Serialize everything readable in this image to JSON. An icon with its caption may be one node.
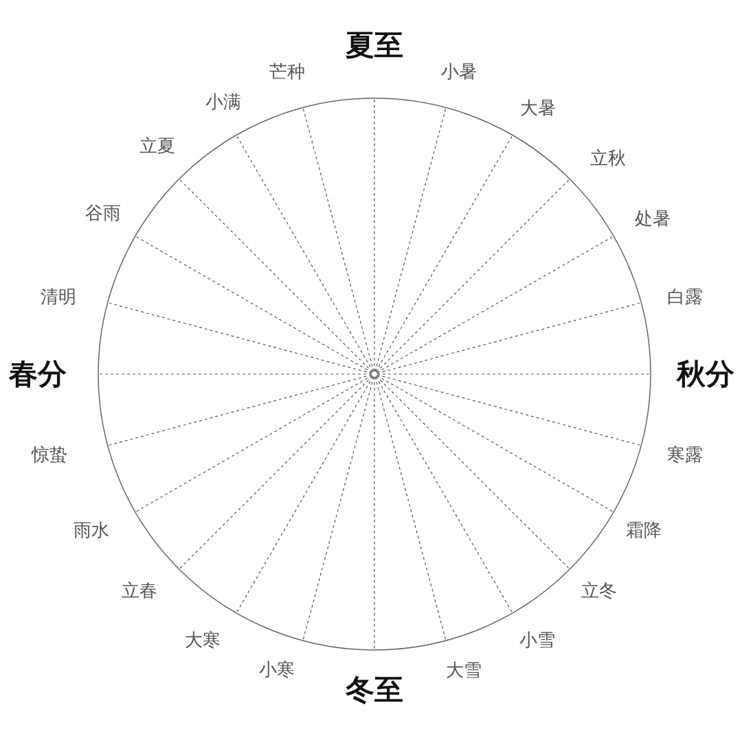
{
  "diagram": {
    "labels": [
      "夏至",
      "小暑",
      "大暑",
      "立秋",
      "处暑",
      "白露",
      "秋分",
      "寒露",
      "霜降",
      "立冬",
      "小雪",
      "大雪",
      "冬至",
      "小寒",
      "大寒",
      "立春",
      "雨水",
      "惊蛰",
      "春分",
      "清明",
      "谷雨",
      "立夏",
      "小满",
      "芒种"
    ]
  }
}
